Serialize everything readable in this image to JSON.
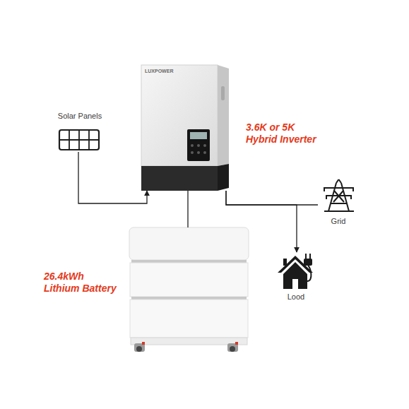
{
  "diagram": {
    "nodes": [
      {
        "text": [
          "Solar Panels"
        ]
      },
      {
        "text": [
          "3.6K or 5K Hybrid Inverter"
        ]
      },
      {
        "text": [
          "Grid"
        ]
      },
      {
        "text": [
          "26.4kWh Lithium Battery"
        ]
      },
      {
        "text": [
          "Lood"
        ]
      }
    ],
    "edges": [
      {
        "from": 0,
        "to": 1,
        "arrow": "to"
      },
      {
        "from": 1,
        "to": 2,
        "arrow": "none"
      },
      {
        "from": 1,
        "to": 3,
        "arrow": "none"
      },
      {
        "from": 1,
        "to": 4,
        "arrow": "to"
      }
    ],
    "labels": [
      "LUXPOWER"
    ]
  }
}
